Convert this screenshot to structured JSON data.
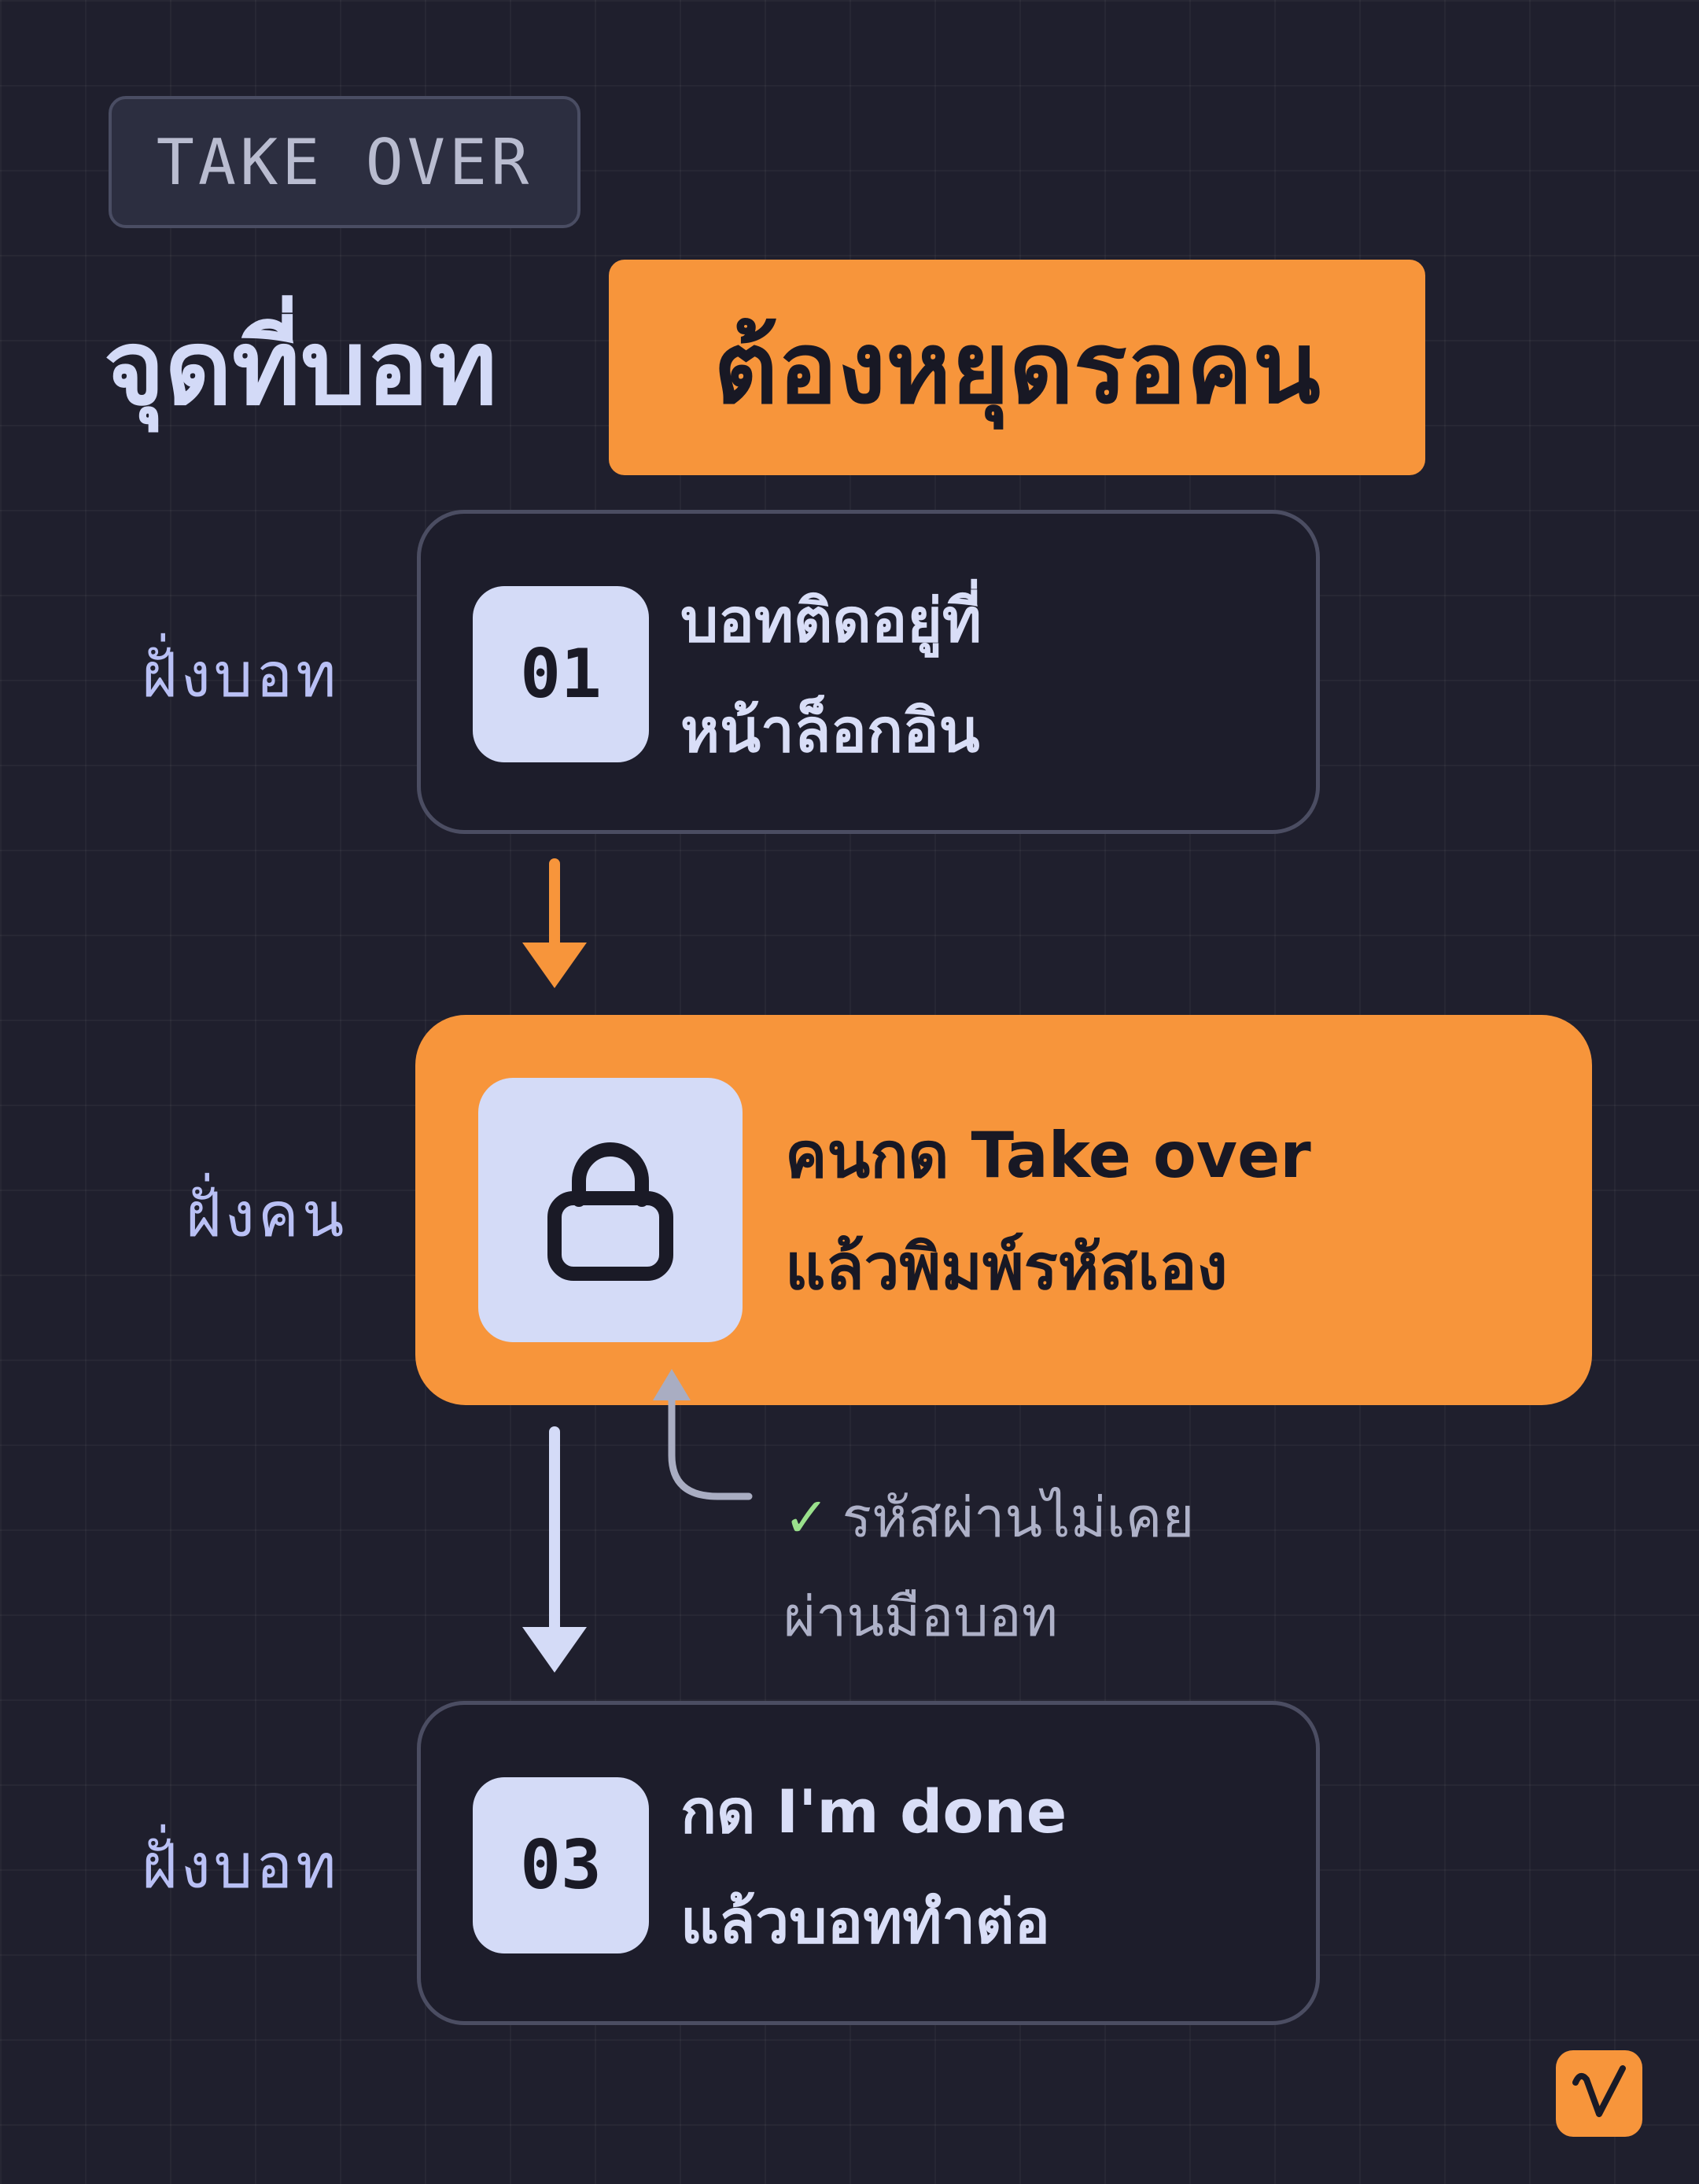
{
  "tag": "TAKE OVER",
  "title": {
    "part1": "จุดที่บอท",
    "part2": "ต้องหยุดรอคน"
  },
  "steps": [
    {
      "side": "ฝั่งบอท",
      "badge": "01",
      "line1": "บอทติดอยู่ที่",
      "line2": "หน้าล็อกอิน"
    },
    {
      "side": "ฝั่งคน",
      "icon": "lock-icon",
      "line1": "คนกด Take over",
      "line2": "แล้วพิมพ์รหัสเอง"
    },
    {
      "side": "ฝั่งบอท",
      "badge": "03",
      "line1": "กด I'm done",
      "line2": "แล้วบอททำต่อ"
    }
  ],
  "note": {
    "check": "✓",
    "line1": "รหัสผ่านไม่เคย",
    "line2": "ผ่านมือบอท"
  },
  "colors": {
    "accent": "#f7953b",
    "background": "#1f1f2d",
    "tile": "#d4dbf7",
    "check": "#9ae08c"
  }
}
